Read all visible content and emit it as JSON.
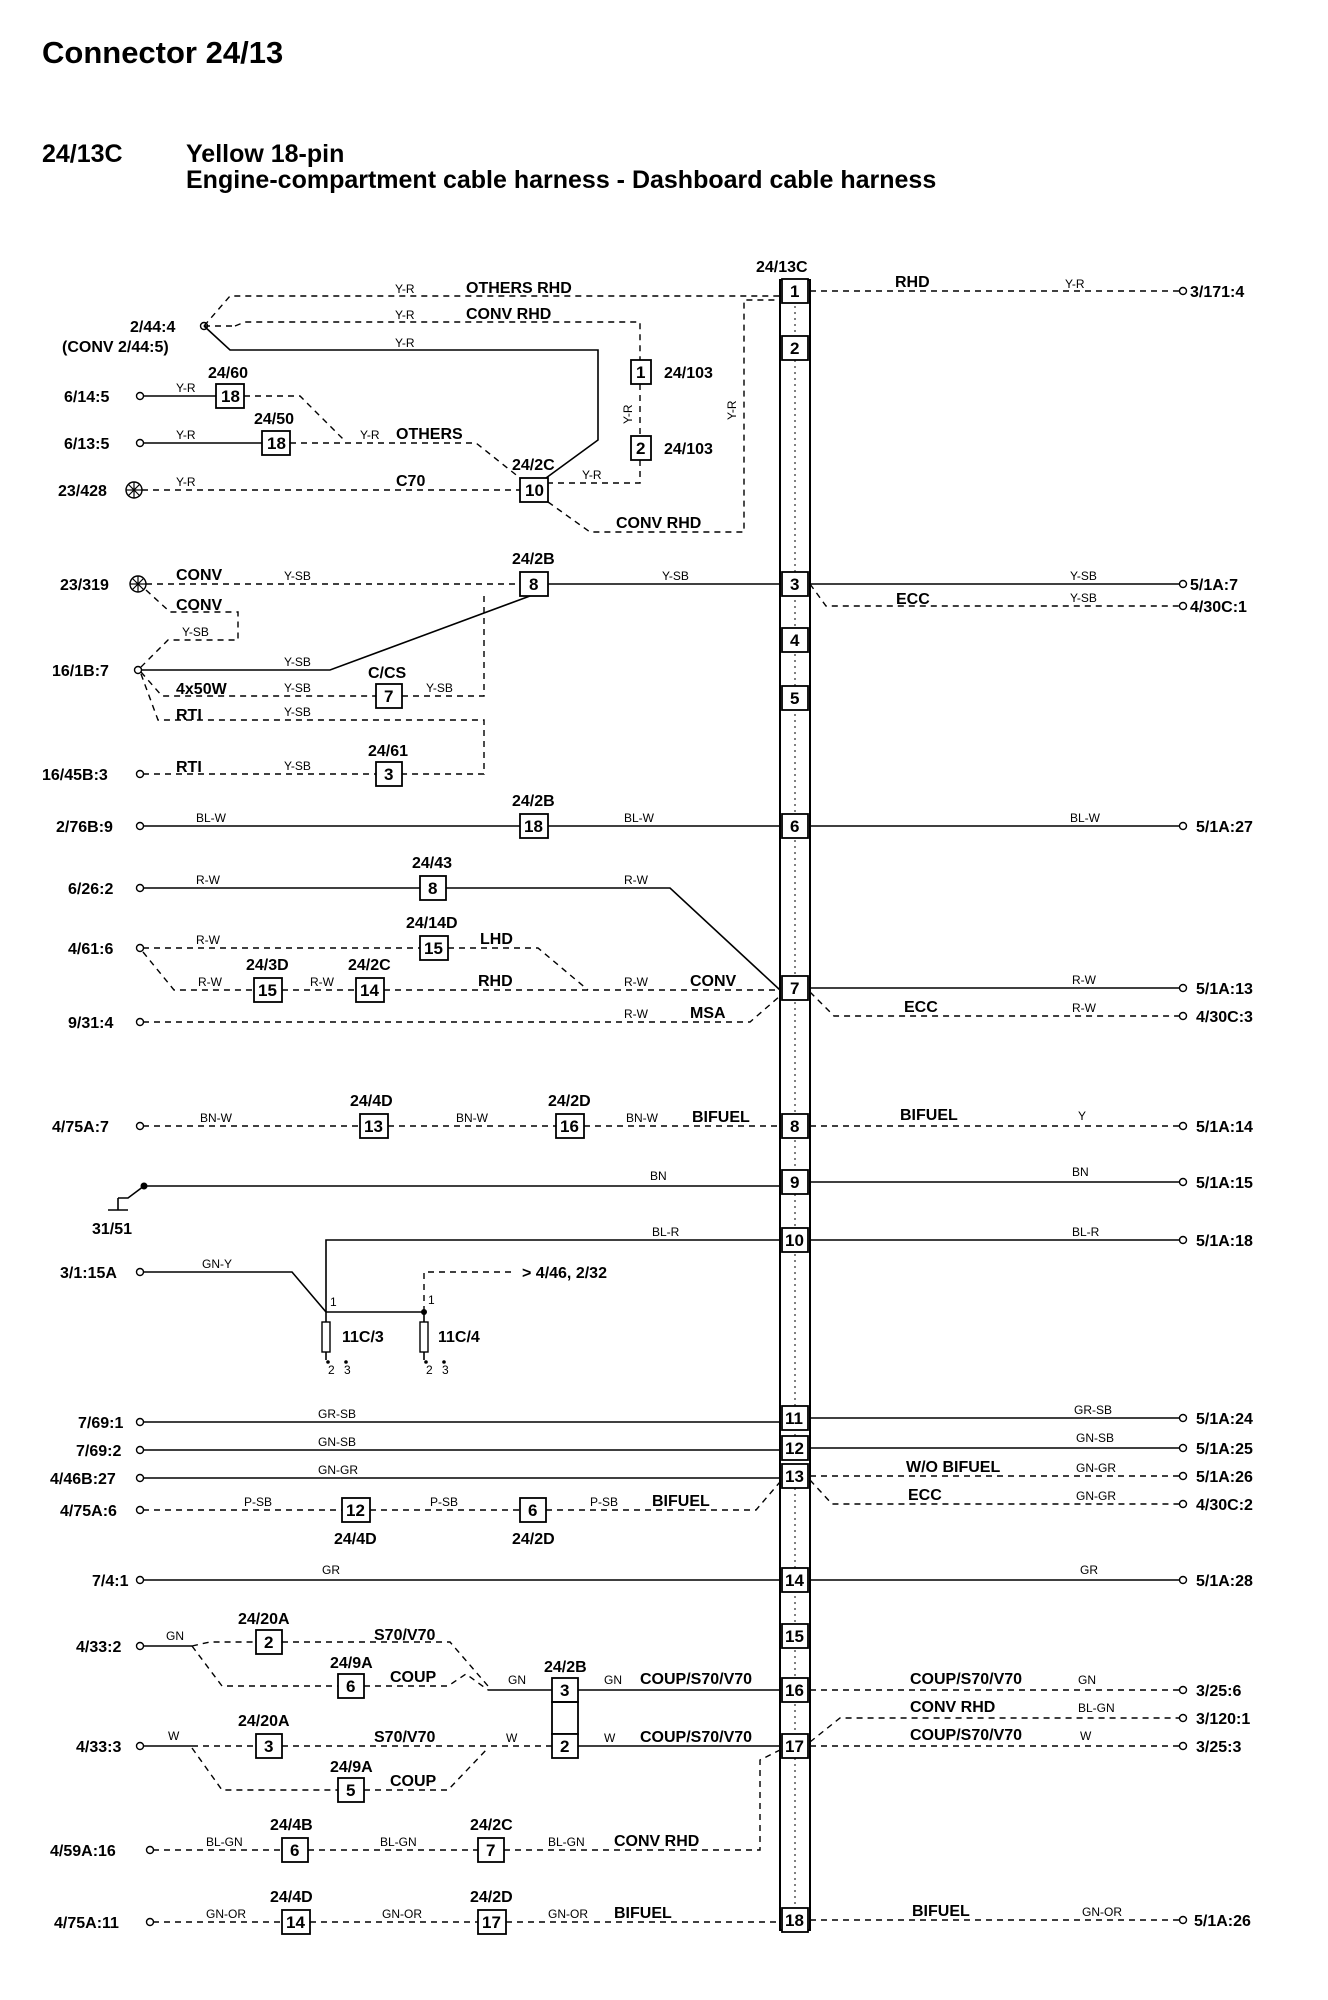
{
  "header": {
    "title": "Connector 24/13",
    "connector_id": "24/13C",
    "description_1": "Yellow 18-pin",
    "description_2": "Engine-compartment cable harness - Dashboard cable harness"
  },
  "connector": {
    "label": "24/13C",
    "pins": [
      "1",
      "2",
      "3",
      "4",
      "5",
      "6",
      "7",
      "8",
      "9",
      "10",
      "11",
      "12",
      "13",
      "14",
      "15",
      "16",
      "17",
      "18"
    ]
  },
  "left_terminals": {
    "t_2_44_4": "2/44:4",
    "t_conv_2_44_5": "(CONV 2/44:5)",
    "t_6_14_5": "6/14:5",
    "t_6_13_5": "6/13:5",
    "t_23_428": "23/428",
    "t_23_319": "23/319",
    "t_16_1b_7": "16/1B:7",
    "t_16_45b_3": "16/45B:3",
    "t_2_76b_9": "2/76B:9",
    "t_6_26_2": "6/26:2",
    "t_4_61_6": "4/61:6",
    "t_9_31_4": "9/31:4",
    "t_4_75a_7": "4/75A:7",
    "t_31_51": "31/51",
    "t_3_1_15a": "3/1:15A",
    "t_7_69_1": "7/69:1",
    "t_7_69_2": "7/69:2",
    "t_4_46b_27": "4/46B:27",
    "t_4_75a_6": "4/75A:6",
    "t_7_4_1": "7/4:1",
    "t_4_33_2": "4/33:2",
    "t_4_33_3": "4/33:3",
    "t_4_59a_16": "4/59A:16",
    "t_4_75a_11": "4/75A:11"
  },
  "right_terminals": {
    "r_3_171_4": "3/171:4",
    "r_5_1a_7": "5/1A:7",
    "r_4_30c_1": "4/30C:1",
    "r_5_1a_27": "5/1A:27",
    "r_5_1a_13": "5/1A:13",
    "r_4_30c_3": "4/30C:3",
    "r_5_1a_14": "5/1A:14",
    "r_5_1a_15": "5/1A:15",
    "r_5_1a_18": "5/1A:18",
    "r_5_1a_24": "5/1A:24",
    "r_5_1a_25": "5/1A:25",
    "r_5_1a_26a": "5/1A:26",
    "r_4_30c_2": "4/30C:2",
    "r_5_1a_28": "5/1A:28",
    "r_3_25_6": "3/25:6",
    "r_3_120_1": "3/120:1",
    "r_3_25_3": "3/25:3",
    "r_5_1a_26b": "5/1A:26"
  },
  "components": {
    "c24_60": "24/60",
    "c24_50": "24/50",
    "c24_2c_a": "24/2C",
    "c24_103_a": "24/103",
    "c24_103_b": "24/103",
    "c24_2b_a": "24/2B",
    "c_ccs": "C/CS",
    "c24_61": "24/61",
    "c24_2b_b": "24/2B",
    "c24_43": "24/43",
    "c24_14d": "24/14D",
    "c24_3d": "24/3D",
    "c24_2c_b": "24/2C",
    "c24_4d_a": "24/4D",
    "c24_2d_a": "24/2D",
    "c11c_3": "11C/3",
    "c11c_4": "11C/4",
    "c24_4d_b": "24/4D",
    "c24_2d_b": "24/2D",
    "c24_20a_a": "24/20A",
    "c24_9a_a": "24/9A",
    "c24_2b_c": "24/2B",
    "c24_20a_b": "24/20A",
    "c24_9a_b": "24/9A",
    "c24_4b": "24/4B",
    "c24_2c_c": "24/2C",
    "c24_4d_c": "24/4D",
    "c24_2d_c": "24/2D",
    "ref_4_46": "> 4/46, 2/32"
  },
  "box_numbers": {
    "b18a": "18",
    "b18b": "18",
    "b10": "10",
    "b1": "1",
    "b2": "2",
    "b8a": "8",
    "b7a": "7",
    "b3a": "3",
    "b18c": "18",
    "b8b": "8",
    "b15a": "15",
    "b15b": "15",
    "b14a": "14",
    "b13a": "13",
    "b16a": "16",
    "b12a": "12",
    "b6a": "6",
    "b2b": "2",
    "b6b": "6",
    "b3b": "3",
    "b3c": "3",
    "b2c": "2",
    "b5a": "5",
    "b6c": "6",
    "b7b": "7",
    "b14b": "14",
    "b17a": "17",
    "f1a": "1",
    "f2a": "2",
    "f3a": "3",
    "f1b": "1",
    "f2b": "2",
    "f3b": "3"
  },
  "notes": {
    "others_rhd": "OTHERS RHD",
    "conv_rhd": "CONV RHD",
    "others": "OTHERS",
    "c70": "C70",
    "conv_rhd2": "CONV RHD",
    "rhd": "RHD",
    "conv_a": "CONV",
    "conv_b": "CONV",
    "x4x50w": "4x50W",
    "rti_a": "RTI",
    "rti_b": "RTI",
    "ecc_a": "ECC",
    "lhd": "LHD",
    "rhd2": "RHD",
    "conv_c": "CONV",
    "msa": "MSA",
    "ecc_b": "ECC",
    "bifuel_a": "BIFUEL",
    "bifuel_b": "BIFUEL",
    "bifuel_c": "BIFUEL",
    "wo_bifuel": "W/O BIFUEL",
    "ecc_c": "ECC",
    "s70v70_a": "S70/V70",
    "coup_a": "COUP",
    "coup_s70v70_a": "COUP/S70/V70",
    "s70v70_b": "S70/V70",
    "coup_b": "COUP",
    "coup_s70v70_b": "COUP/S70/V70",
    "coup_s70v70_c": "COUP/S70/V70",
    "conv_rhd3": "CONV RHD",
    "coup_s70v70_d": "COUP/S70/V70",
    "conv_rhd4": "CONV RHD",
    "bifuel_d": "BIFUEL",
    "bifuel_e": "BIFUEL"
  },
  "wire_colors": {
    "yr": "Y-R",
    "ysb": "Y-SB",
    "blw": "BL-W",
    "rw": "R-W",
    "bnw": "BN-W",
    "y": "Y",
    "bn": "BN",
    "blr": "BL-R",
    "gny": "GN-Y",
    "grsb": "GR-SB",
    "gnsb": "GN-SB",
    "gngr": "GN-GR",
    "psb": "P-SB",
    "gr": "GR",
    "gn": "GN",
    "w": "W",
    "blgn": "BL-GN",
    "gnor": "GN-OR"
  }
}
